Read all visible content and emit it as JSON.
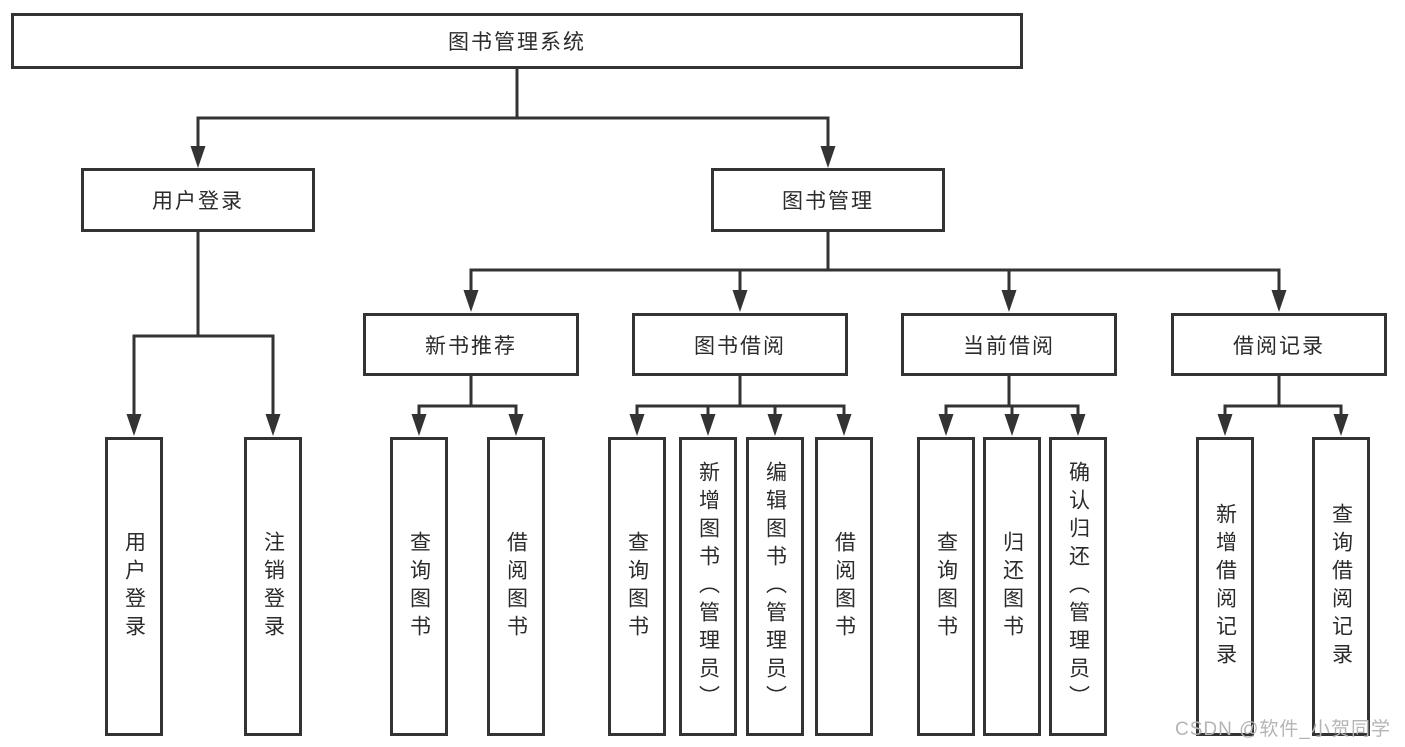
{
  "diagram": {
    "root": {
      "label": "图书管理系统"
    },
    "branches": [
      {
        "label": "用户登录",
        "children": [
          {
            "label": "用户登录"
          },
          {
            "label": "注销登录"
          }
        ]
      },
      {
        "label": "图书管理",
        "children": [
          {
            "label": "新书推荐",
            "children": [
              {
                "label": "查询图书"
              },
              {
                "label": "借阅图书"
              }
            ]
          },
          {
            "label": "图书借阅",
            "children": [
              {
                "label": "查询图书"
              },
              {
                "label": "新增图书（管理员）"
              },
              {
                "label": "编辑图书（管理员）"
              },
              {
                "label": "借阅图书"
              }
            ]
          },
          {
            "label": "当前借阅",
            "children": [
              {
                "label": "查询图书"
              },
              {
                "label": "归还图书"
              },
              {
                "label": "确认归还（管理员）"
              }
            ]
          },
          {
            "label": "借阅记录",
            "children": [
              {
                "label": "新增借阅记录"
              },
              {
                "label": "查询借阅记录"
              }
            ]
          }
        ]
      }
    ]
  },
  "watermark": {
    "text": "CSDN @软件_小贺同学"
  },
  "colors": {
    "line": "#333333",
    "border": "#333333",
    "fill": "#ffffff",
    "text": "#2b2b2b",
    "watermark": "#b5b5b5"
  }
}
